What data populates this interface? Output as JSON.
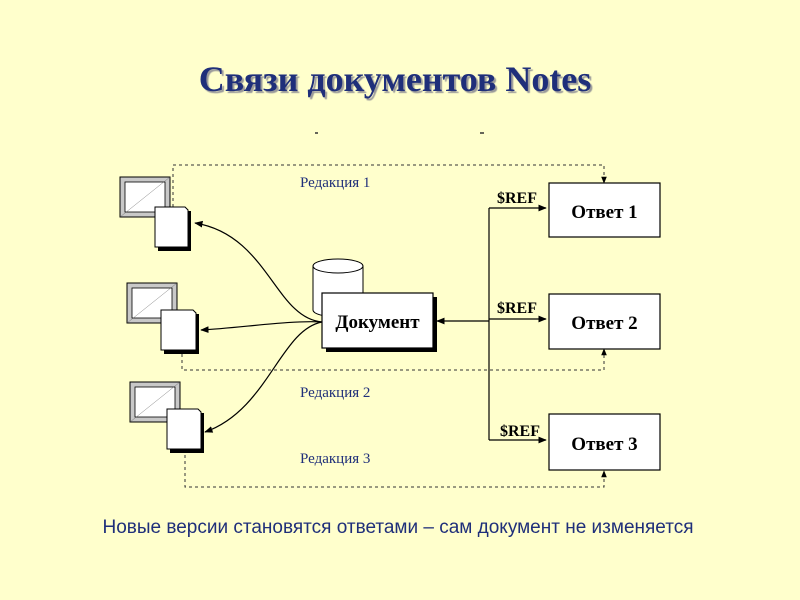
{
  "slide": {
    "title": "Связи документов Notes",
    "caption": "Новые версии становятся ответами – сам документ не изменяется"
  },
  "diagram": {
    "main_document": "Документ",
    "revisions": [
      "Редакция 1",
      "Редакция 2",
      "Редакция 3"
    ],
    "responses": [
      "Ответ 1",
      "Ответ 2",
      "Ответ 3"
    ],
    "ref_label": "$REF"
  },
  "colors": {
    "background": "#ffffcc",
    "title": "#1f2f7a",
    "text_blue": "#1f2f7a"
  }
}
